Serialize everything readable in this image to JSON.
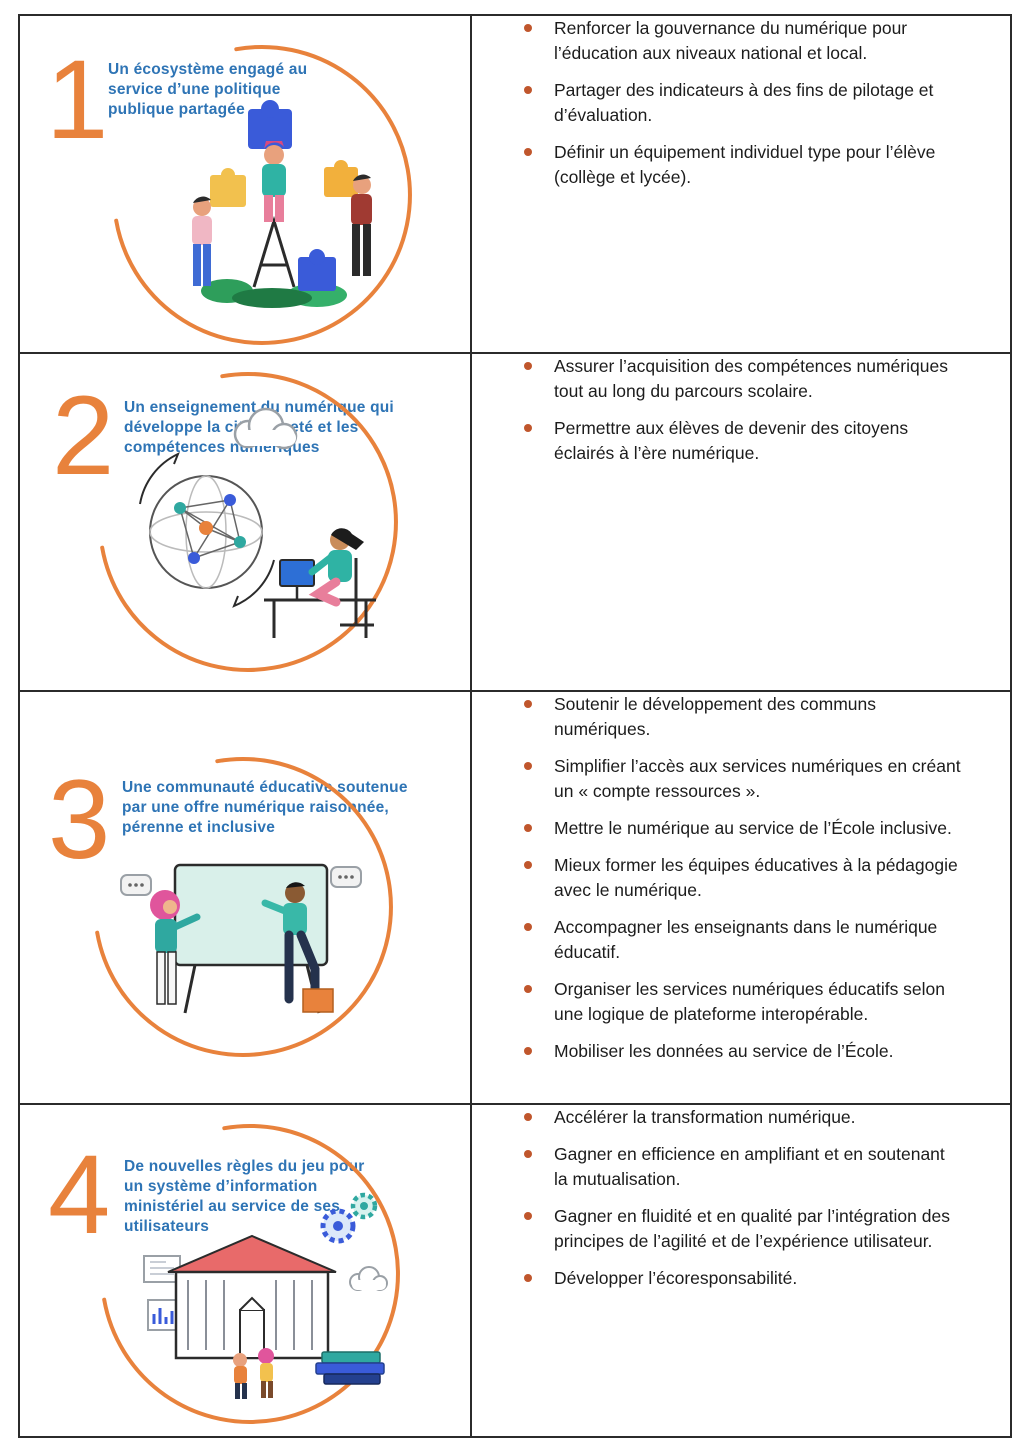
{
  "document": {
    "type": "strategy-overview-table",
    "language": "fr"
  },
  "colors": {
    "accent_orange": "#E8823C",
    "title_blue": "#2E74B5",
    "bullet_orange": "#C0562C",
    "text_dark": "#1C1C1C",
    "border_dark": "#2B2B2B",
    "page_background": "#FFFFFF"
  },
  "sections": [
    {
      "number": "1",
      "title": "Un écosystème engagé au service d’une politique publique partagée",
      "illustration": "teamwork-puzzle-pieces",
      "bullets": [
        "Renforcer la gouvernance du numérique pour l’éducation aux niveaux national et local.",
        "Partager des indicateurs à des fins de pilotage et d’évaluation.",
        "Définir un équipement individuel type pour l’élève (collège et lycée)."
      ]
    },
    {
      "number": "2",
      "title": "Un enseignement du numérique qui développe la citoyenneté et les compétences numériques",
      "illustration": "digital-learning-network",
      "bullets": [
        "Assurer l’acquisition des compétences numériques tout au long du parcours scolaire.",
        "Permettre aux élèves de devenir des citoyens éclairés à l’ère numérique."
      ]
    },
    {
      "number": "3",
      "title": "Une communauté éducative soutenue par une offre numérique raisonnée, pérenne et inclusive",
      "illustration": "whiteboard-discussion",
      "bullets": [
        "Soutenir le développement des communs numériques.",
        "Simplifier l’accès aux services numériques en créant un « compte ressources ».",
        "Mettre le numérique au service de l’École inclusive.",
        "Mieux former les équipes éducatives à la pédagogie avec le numérique.",
        "Accompagner les enseignants dans le numérique éducatif.",
        "Organiser les services numériques éducatifs selon une logique de plateforme interopérable.",
        "Mobiliser les données au service de l’École."
      ]
    },
    {
      "number": "4",
      "title": "De nouvelles règles du jeu pour un système d’information ministériel au service de ses utilisateurs",
      "illustration": "ministry-building-gears",
      "bullets": [
        "Accélérer la transformation numérique.",
        "Gagner en efficience en amplifiant et en soutenant la mutualisation.",
        "Gagner en fluidité et en qualité par l’intégration des principes de l’agilité et de l’expérience utilisateur.",
        "Développer l’écoresponsabilité."
      ]
    }
  ]
}
